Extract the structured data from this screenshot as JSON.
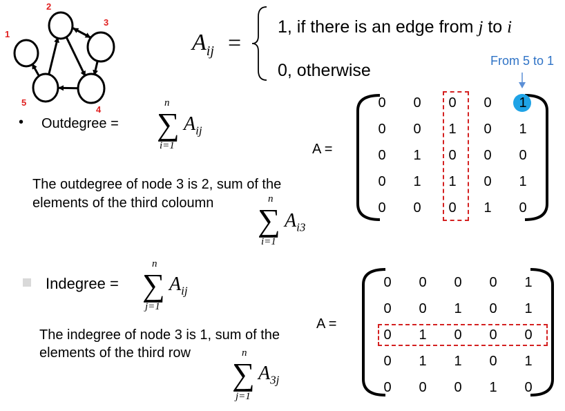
{
  "graph": {
    "nodes": [
      {
        "id": "1",
        "label": "1"
      },
      {
        "id": "2",
        "label": "2"
      },
      {
        "id": "3",
        "label": "3"
      },
      {
        "id": "4",
        "label": "4"
      },
      {
        "id": "5",
        "label": "5"
      }
    ],
    "edges": [
      {
        "from": "5",
        "to": "1"
      },
      {
        "from": "5",
        "to": "2"
      },
      {
        "from": "2",
        "to": "3"
      },
      {
        "from": "3",
        "to": "2"
      },
      {
        "from": "2",
        "to": "4"
      },
      {
        "from": "3",
        "to": "4"
      },
      {
        "from": "4",
        "to": "5"
      }
    ],
    "label_color": "#e02020"
  },
  "definition": {
    "lhs_main": "A",
    "lhs_sub": "ij",
    "equals": "=",
    "case1_text": "1, if there is an edge from ",
    "case1_j": "j",
    "case1_mid": " to ",
    "case1_i": "i",
    "case2_text": "0, otherwise"
  },
  "outdegree": {
    "bullet": "•",
    "label": "Outdegree =",
    "sum_top": "n",
    "sum_bottom": "i=1",
    "term_main": "A",
    "term_sub": "ij",
    "explanation_line1": "The outdegree of node 3 is 2, sum of the",
    "explanation_line2": "elements of the third coloumn",
    "example_sum_top": "n",
    "example_sum_bottom": "i=1",
    "example_term_main": "A",
    "example_term_sub": "i3"
  },
  "indegree": {
    "label": "Indegree =",
    "sum_top": "n",
    "sum_bottom": "j=1",
    "term_main": "A",
    "term_sub": "ij",
    "explanation_line1": "The indegree of node 3 is 1, sum of the",
    "explanation_line2": "elements of the third row",
    "example_sum_top": "n",
    "example_sum_bottom": "j=1",
    "example_term_main": "A",
    "example_term_sub": "3j"
  },
  "matrix_top": {
    "label": "A =",
    "rows": [
      [
        "0",
        "0",
        "0",
        "0",
        "1"
      ],
      [
        "0",
        "0",
        "1",
        "0",
        "1"
      ],
      [
        "0",
        "1",
        "0",
        "0",
        "0"
      ],
      [
        "0",
        "1",
        "1",
        "0",
        "1"
      ],
      [
        "0",
        "0",
        "0",
        "1",
        "0"
      ]
    ],
    "annotation": "From 5 to 1",
    "annotation_color": "#2f73c6",
    "highlight_color": "#1fa3e6",
    "dash_color": "#d42020"
  },
  "matrix_bottom": {
    "label": "A =",
    "rows": [
      [
        "0",
        "0",
        "0",
        "0",
        "1"
      ],
      [
        "0",
        "0",
        "1",
        "0",
        "1"
      ],
      [
        "0",
        "1",
        "0",
        "0",
        "0"
      ],
      [
        "0",
        "1",
        "1",
        "0",
        "1"
      ],
      [
        "0",
        "0",
        "0",
        "1",
        "0"
      ]
    ],
    "dash_color": "#d42020"
  }
}
